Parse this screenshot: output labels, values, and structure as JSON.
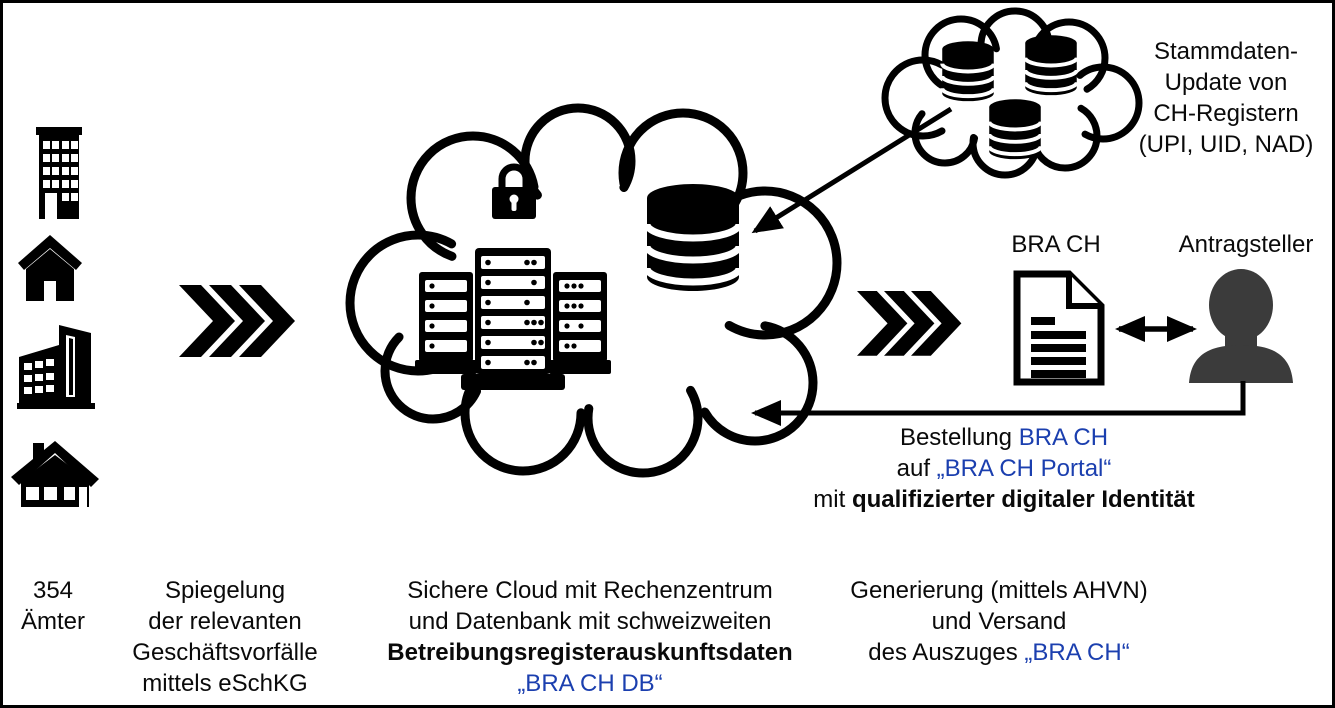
{
  "colors": {
    "ink": "#0a0a0a",
    "accent_blue": "#1b3faf",
    "person_gray": "#3b3b3b",
    "background": "#ffffff"
  },
  "source_nodes": {
    "caption": {
      "line1": "354",
      "line2": "Ämter"
    }
  },
  "flow": {
    "mirroring": {
      "line1": "Spiegelung",
      "line2": "der relevanten",
      "line3": "Geschäftsvorfälle",
      "line4": "mittels eSchKG"
    },
    "cloud_caption": {
      "line1": "Sichere Cloud mit Rechenzentrum",
      "line2": "und Datenbank mit schweizweiten",
      "line3_bold": "Betreibungsregisterauskunftsdaten",
      "line4_blue": "„BRA CH DB“"
    },
    "generation": {
      "line1": "Generierung (mittels AHVN)",
      "line2": "und Versand",
      "line3_prefix": "des Auszuges ",
      "line3_blue": "„BRA CH“"
    }
  },
  "registers_cloud": {
    "caption": {
      "line1": "Stammdaten-",
      "line2": "Update von",
      "line3": "CH-Registern",
      "line4": "(UPI, UID, NAD)"
    }
  },
  "output": {
    "document_label": "BRA CH",
    "applicant_label": "Antragsteller"
  },
  "order_note": {
    "line1_prefix": "Bestellung ",
    "line1_blue": "BRA CH",
    "line2_prefix": "auf ",
    "line2_blue": "„BRA CH Portal“",
    "line3_prefix": "mit ",
    "line3_bold": "qualifizierter digitaler Identität"
  },
  "icons": {
    "office-tower-icon": "black high-rise building",
    "house-icon": "black house",
    "office-building-icon": "black office block",
    "cottage-icon": "black cottage with chimney",
    "flow-chevrons-icon": "triple black chevrons »",
    "cloud-shape": "hand-drawn cloud outline",
    "lock-icon": "closed padlock",
    "server-rack-icon": "three server towers",
    "database-icon": "stacked database cylinder",
    "document-icon": "paper sheet with folded corner and text lines",
    "person-icon": "head and shoulders silhouette",
    "update-arrow": "arrow from registers cloud into database",
    "exchange-arrow": "double-headed arrow document/applicant",
    "request-arrow": "return arrow applicant to cloud"
  }
}
